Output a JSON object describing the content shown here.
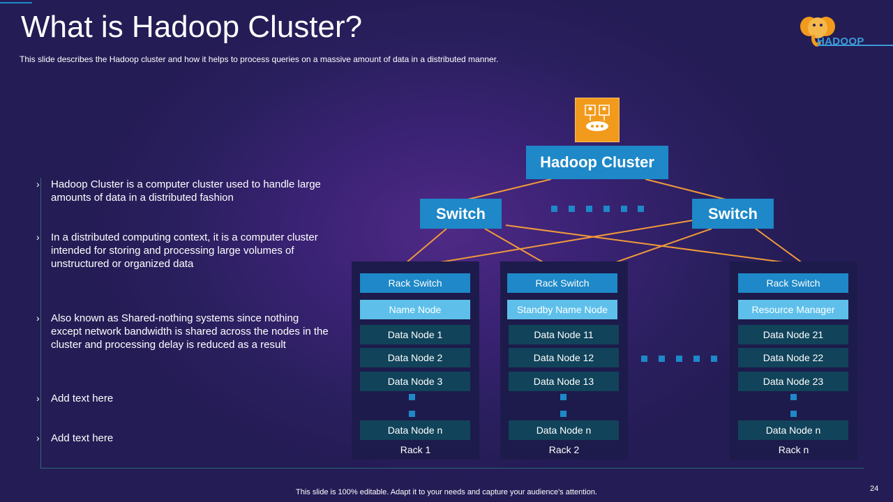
{
  "title": "What is Hadoop Cluster?",
  "subtitle": "This slide describes the Hadoop cluster and how it helps to process queries on a massive amount of data in a distributed manner.",
  "logo": {
    "text": "HADOOP"
  },
  "bullets": [
    "Hadoop Cluster is a computer cluster used to handle large amounts of data in a distributed fashion",
    "In a distributed computing context,  it is a computer cluster intended for storing and processing large volumes of unstructured  or organized data",
    "Also known as Shared-nothing  systems since nothing except network bandwidth is shared across the nodes in the cluster and processing delay is reduced as a result",
    "Add text here",
    "Add text here"
  ],
  "diagram": {
    "cluster_label": "Hadoop Cluster",
    "switch_left": "Switch",
    "switch_right": "Switch",
    "racks": [
      {
        "label": "Rack 1",
        "rack_switch": "Rack Switch",
        "name_node": "Name Node",
        "data_nodes": [
          "Data Node 1",
          "Data Node 2",
          "Data Node 3"
        ],
        "last_node": "Data Node n"
      },
      {
        "label": "Rack 2",
        "rack_switch": "Rack Switch",
        "name_node": "Standby Name Node",
        "data_nodes": [
          "Data Node 11",
          "Data Node 12",
          "Data Node 13"
        ],
        "last_node": "Data Node n"
      },
      {
        "label": "Rack n",
        "rack_switch": "Rack Switch",
        "name_node": "Resource Manager",
        "data_nodes": [
          "Data Node 21",
          "Data Node 22",
          "Data Node 23"
        ],
        "last_node": "Data Node n"
      }
    ]
  },
  "colors": {
    "primary": "#1e88c8",
    "accent": "#f29a1b",
    "light": "#5ec0ea",
    "dark_node": "#11435a",
    "connector": "#f29a3a"
  },
  "footer": "This slide is 100% editable. Adapt it to your needs and capture your audience's attention.",
  "page_number": "24"
}
